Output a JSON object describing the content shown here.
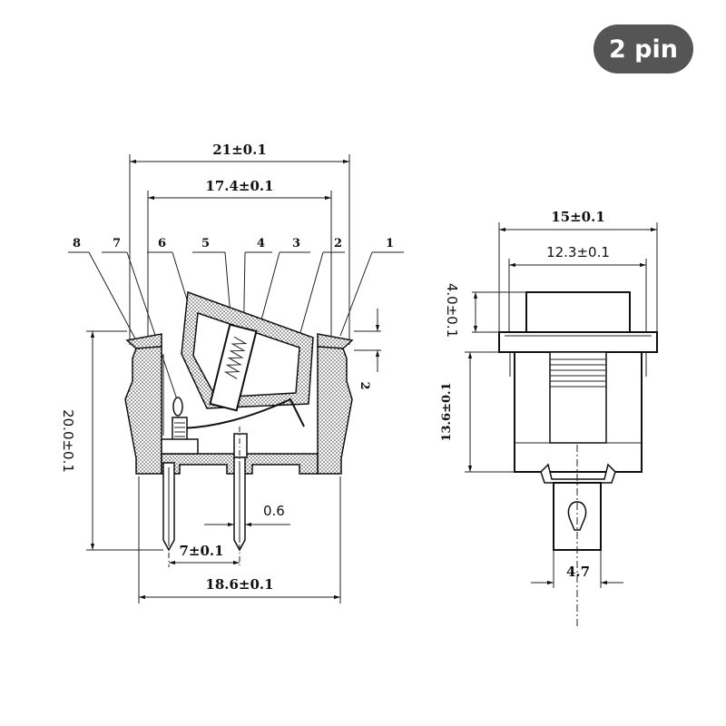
{
  "badge": {
    "label": "2 pin"
  },
  "front_view": {
    "width_overall": "21±0.1",
    "width_inner": "17.4±0.1",
    "height": "20.0±0.1",
    "base_width": "18.6±0.1",
    "pin_pitch": "7±0.1",
    "pin_thickness": "0.6",
    "step": "2",
    "callouts": [
      "8",
      "7",
      "6",
      "5",
      "4",
      "3",
      "2",
      "1"
    ]
  },
  "side_view": {
    "width_overall": "15±0.1",
    "width_inner": "12.3±0.1",
    "cap_height": "4.0±0.1",
    "body_height": "13.6±0.1",
    "terminal_width": "4.7"
  }
}
